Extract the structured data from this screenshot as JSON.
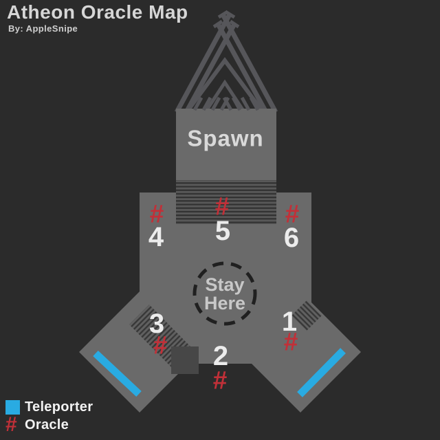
{
  "title": "Atheon Oracle Map",
  "byline": "By: AppleSnipe",
  "map": {
    "spawn_label": "Spawn",
    "stay_here_line1": "Stay",
    "stay_here_line2": "Here",
    "oracle_symbol": "#",
    "oracles": [
      {
        "number": "1"
      },
      {
        "number": "2"
      },
      {
        "number": "3"
      },
      {
        "number": "4"
      },
      {
        "number": "5"
      },
      {
        "number": "6"
      }
    ]
  },
  "legend": {
    "teleporter_label": "Teleporter",
    "oracle_label": "Oracle",
    "oracle_symbol": "#"
  },
  "colors": {
    "background": "#2b2b2b",
    "floor_gray": "#6a6a6a",
    "teleporter_blue": "#29abe2",
    "oracle_red": "#c13038"
  }
}
